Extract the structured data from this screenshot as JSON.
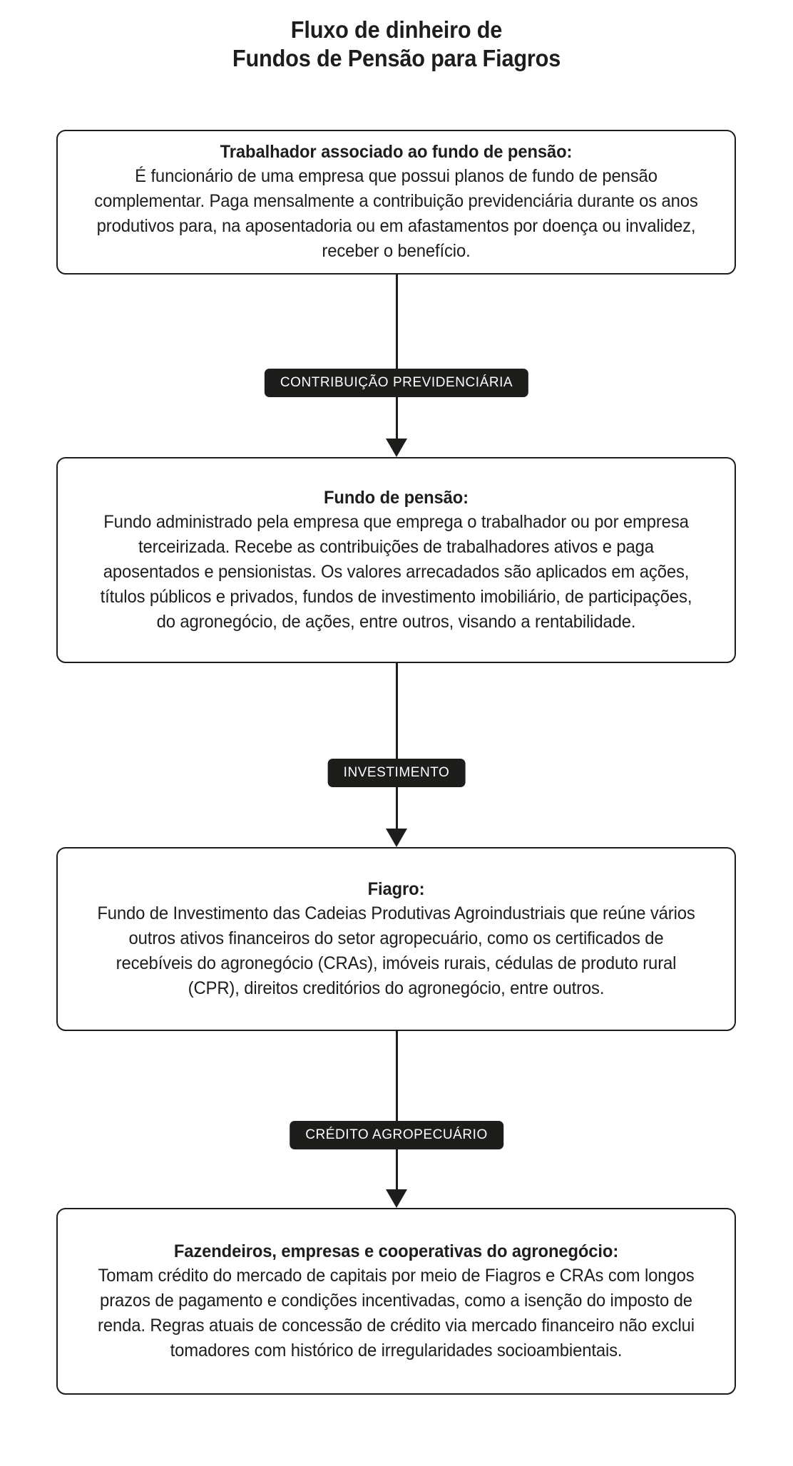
{
  "title": {
    "line1": "Fluxo de dinheiro de",
    "line2": "Fundos de Pensão para Fiagros"
  },
  "colors": {
    "ink": "#1d1d1b",
    "background": "#ffffff",
    "badge_background": "#1d1d1b",
    "badge_text": "#ffffff"
  },
  "chart_data": {
    "type": "diagram",
    "diagram_kind": "vertical-flowchart",
    "title": "Fluxo de dinheiro de Fundos de Pensão para Fiagros",
    "direction": "top-to-bottom",
    "node_count": 4,
    "edge_count": 3,
    "nodes": [
      {
        "id": "trabalhador",
        "heading": "Trabalhador associado ao fundo de pensão:",
        "body": "É funcionário de uma empresa que possui planos de fundo de pensão complementar. Paga mensalmente a contribuição previdenciária durante os anos produtivos para, na aposentadoria ou em afastamentos por doença ou invalidez, receber o benefício."
      },
      {
        "id": "fundo-de-pensao",
        "heading": "Fundo de pensão:",
        "body": "Fundo administrado pela empresa que emprega o trabalhador ou por empresa terceirizada. Recebe as contribuições de trabalhadores ativos e paga aposentados e pensionistas. Os valores arrecadados são aplicados em ações, títulos públicos e privados, fundos de investimento imobiliário, de participações, do agronegócio, de ações, entre outros, visando a rentabilidade."
      },
      {
        "id": "fiagro",
        "heading": "Fiagro:",
        "body": "Fundo de Investimento das Cadeias Produtivas Agroindustriais que reúne vários outros ativos financeiros do setor agropecuário, como os certificados de recebíveis do agronegócio (CRAs), imóveis rurais, cédulas de produto rural (CPR), direitos creditórios do agronegócio, entre outros."
      },
      {
        "id": "fazendeiros",
        "heading": "Fazendeiros, empresas e cooperativas do agronegócio:",
        "body": "Tomam crédito do mercado de capitais por meio de Fiagros e CRAs com longos prazos de pagamento e condições incentivadas, como a isenção do imposto de renda. Regras atuais de concessão de crédito via mercado financeiro não exclui tomadores com histórico de irregularidades socioambientais."
      }
    ],
    "edges": [
      {
        "from": "trabalhador",
        "to": "fundo-de-pensao",
        "label": "CONTRIBUIÇÃO PREVIDENCIÁRIA"
      },
      {
        "from": "fundo-de-pensao",
        "to": "fiagro",
        "label": "INVESTIMENTO"
      },
      {
        "from": "fiagro",
        "to": "fazendeiros",
        "label": "CRÉDITO AGROPECUÁRIO"
      }
    ]
  }
}
